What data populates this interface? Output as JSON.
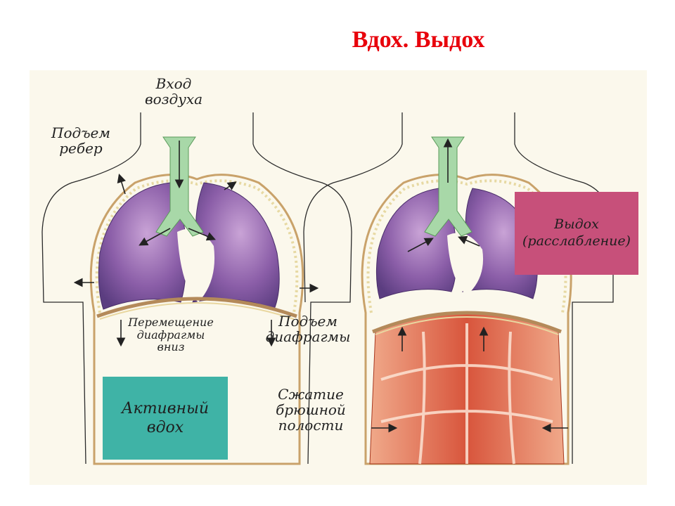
{
  "title": "Вдох. Выдох",
  "labels": {
    "air_input": "Вход воздуха",
    "ribs_raise": "Подъем ребер",
    "diaphragm_down": "Перемещение диафрагмы вниз",
    "diaphragm_up": "Подъем диафрагмы",
    "abdominal_compression": "Сжатие брюшной полости"
  },
  "boxes": {
    "active_inhale": "Активный вдох",
    "exhale": "Выдох (расслабление)"
  },
  "colors": {
    "title": "#e8000b",
    "lung": "#8b5ea8",
    "trachea": "#a8d8a8",
    "active_box": "#3fb3a6",
    "exhale_box": "#c7507a",
    "muscle": "#d8553c"
  }
}
